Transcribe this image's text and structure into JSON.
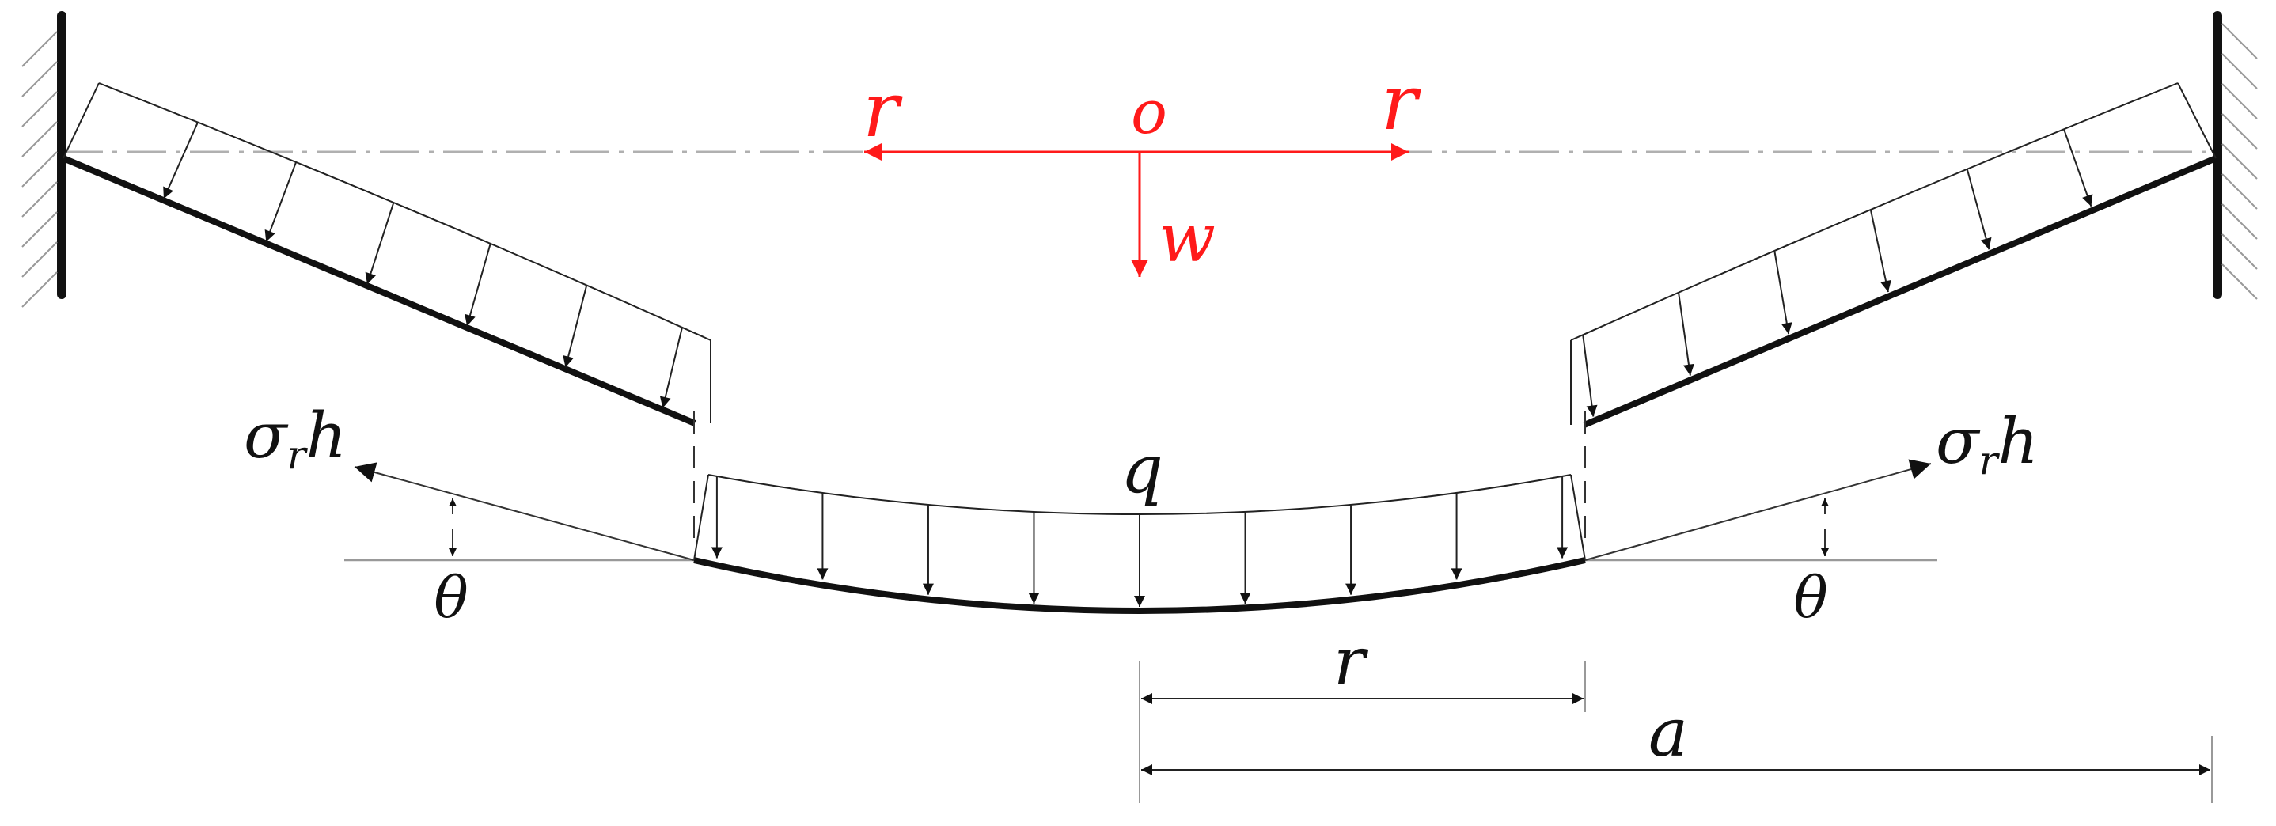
{
  "labels": {
    "origin": "o",
    "radial_left": "r",
    "radial_right": "r",
    "deflection": "w",
    "load": "q",
    "stress_left_sym": "σ",
    "stress_left_sub": "r",
    "stress_left_h": "h",
    "stress_right_sym": "σ",
    "stress_right_sub": "r",
    "stress_right_h": "h",
    "angle_left": "θ",
    "angle_right": "θ",
    "dim_r": "r",
    "dim_a": "a"
  },
  "colors": {
    "axes": "#ff1a1a",
    "lines": "#111111",
    "centerline": "#b0b0b0"
  }
}
